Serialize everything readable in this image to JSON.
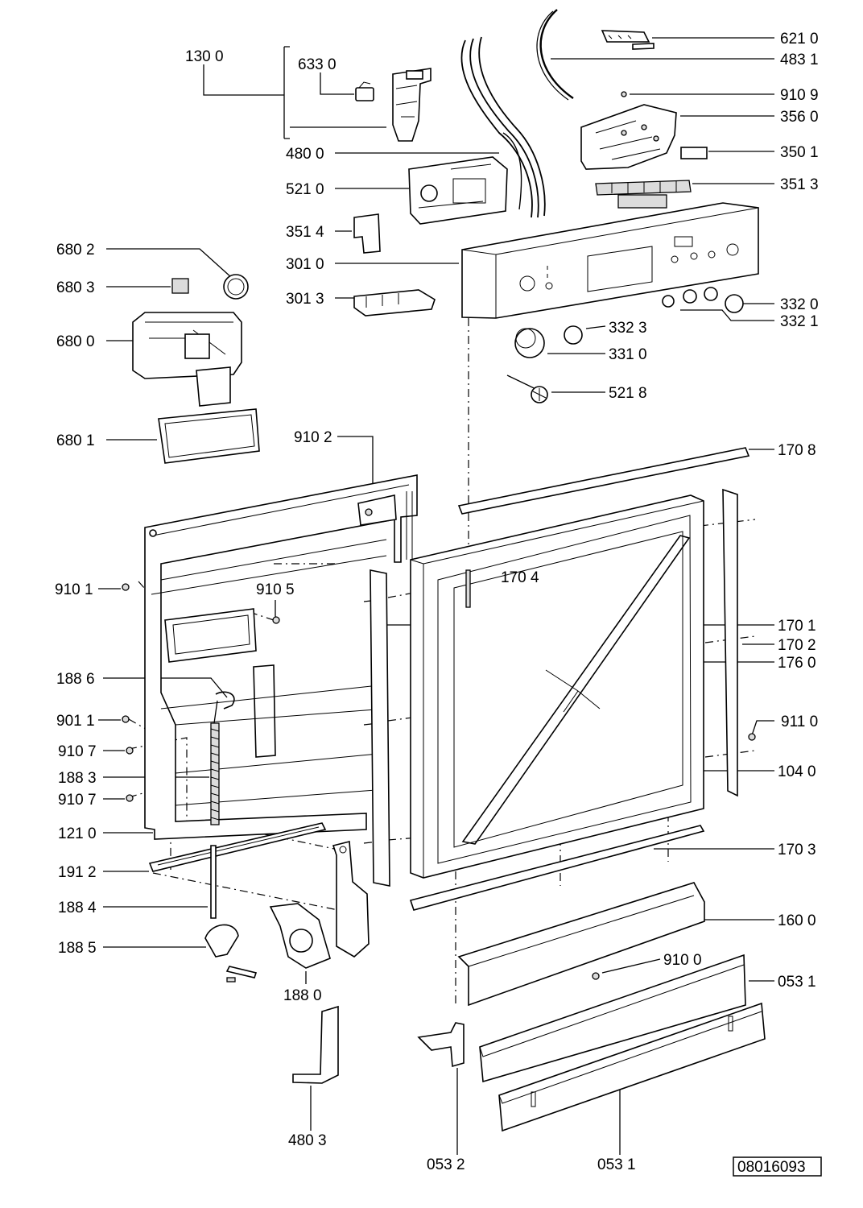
{
  "diagram": {
    "reference_code": "08016093",
    "labels": [
      {
        "id": "lbl-130-0",
        "text": "130 0"
      },
      {
        "id": "lbl-633-0",
        "text": "633 0"
      },
      {
        "id": "lbl-480-0",
        "text": "480 0"
      },
      {
        "id": "lbl-521-0",
        "text": "521 0"
      },
      {
        "id": "lbl-351-4",
        "text": "351 4"
      },
      {
        "id": "lbl-301-0",
        "text": "301 0"
      },
      {
        "id": "lbl-301-3",
        "text": "301 3"
      },
      {
        "id": "lbl-680-2",
        "text": "680 2"
      },
      {
        "id": "lbl-680-3",
        "text": "680 3"
      },
      {
        "id": "lbl-680-0",
        "text": "680 0"
      },
      {
        "id": "lbl-680-1",
        "text": "680 1"
      },
      {
        "id": "lbl-621-0",
        "text": "621 0"
      },
      {
        "id": "lbl-483-1",
        "text": "483 1"
      },
      {
        "id": "lbl-910-9",
        "text": "910 9"
      },
      {
        "id": "lbl-356-0",
        "text": "356 0"
      },
      {
        "id": "lbl-350-1",
        "text": "350 1"
      },
      {
        "id": "lbl-351-3",
        "text": "351 3"
      },
      {
        "id": "lbl-332-0",
        "text": "332 0"
      },
      {
        "id": "lbl-332-1",
        "text": "332 1"
      },
      {
        "id": "lbl-332-3",
        "text": "332 3"
      },
      {
        "id": "lbl-331-0",
        "text": "331 0"
      },
      {
        "id": "lbl-521-8",
        "text": "521 8"
      },
      {
        "id": "lbl-910-2",
        "text": "910 2"
      },
      {
        "id": "lbl-170-8",
        "text": "170 8"
      },
      {
        "id": "lbl-170-4",
        "text": "170 4"
      },
      {
        "id": "lbl-910-1",
        "text": "910 1"
      },
      {
        "id": "lbl-910-5",
        "text": "910 5"
      },
      {
        "id": "lbl-170-1",
        "text": "170 1"
      },
      {
        "id": "lbl-170-2",
        "text": "170 2"
      },
      {
        "id": "lbl-176-0",
        "text": "176 0"
      },
      {
        "id": "lbl-188-6",
        "text": "188 6"
      },
      {
        "id": "lbl-901-1",
        "text": "901 1"
      },
      {
        "id": "lbl-911-0",
        "text": "911 0"
      },
      {
        "id": "lbl-910-7a",
        "text": "910 7"
      },
      {
        "id": "lbl-188-3",
        "text": "188 3"
      },
      {
        "id": "lbl-104-0",
        "text": "104 0"
      },
      {
        "id": "lbl-910-7b",
        "text": "910 7"
      },
      {
        "id": "lbl-121-0",
        "text": "121 0"
      },
      {
        "id": "lbl-170-3",
        "text": "170 3"
      },
      {
        "id": "lbl-191-2",
        "text": "191 2"
      },
      {
        "id": "lbl-188-4",
        "text": "188 4"
      },
      {
        "id": "lbl-160-0",
        "text": "160 0"
      },
      {
        "id": "lbl-188-5",
        "text": "188 5"
      },
      {
        "id": "lbl-910-0",
        "text": "910 0"
      },
      {
        "id": "lbl-053-1a",
        "text": "053 1"
      },
      {
        "id": "lbl-188-0",
        "text": "188 0"
      },
      {
        "id": "lbl-480-3",
        "text": "480 3"
      },
      {
        "id": "lbl-053-2",
        "text": "053 2"
      },
      {
        "id": "lbl-053-1b",
        "text": "053 1"
      }
    ]
  }
}
